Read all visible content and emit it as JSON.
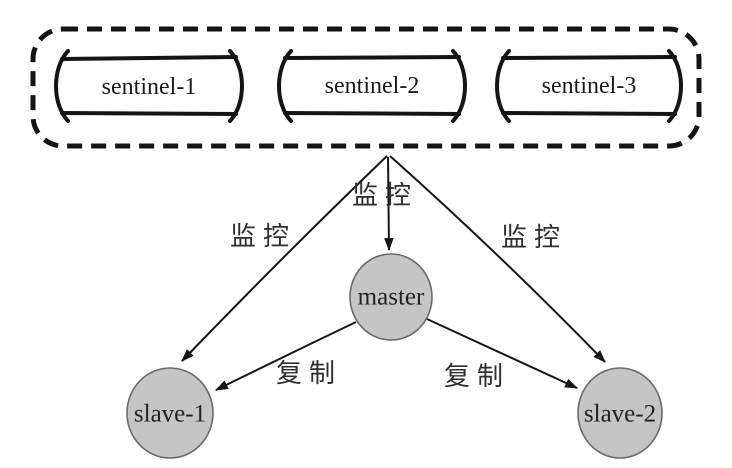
{
  "diagram": {
    "type": "architecture-diagram",
    "sentinel_cluster": {
      "nodes": [
        {
          "label": "sentinel-1"
        },
        {
          "label": "sentinel-2"
        },
        {
          "label": "sentinel-3"
        }
      ]
    },
    "nodes": {
      "master": {
        "label": "master"
      },
      "slave1": {
        "label": "slave-1"
      },
      "slave2": {
        "label": "slave-2"
      }
    },
    "edges": [
      {
        "from": "sentinel-cluster",
        "to": "slave-1",
        "label": "监控"
      },
      {
        "from": "sentinel-cluster",
        "to": "master",
        "label": "监控"
      },
      {
        "from": "sentinel-cluster",
        "to": "slave-2",
        "label": "监控"
      },
      {
        "from": "master",
        "to": "slave-1",
        "label": "复制"
      },
      {
        "from": "master",
        "to": "slave-2",
        "label": "复制"
      }
    ],
    "colors": {
      "node_fill": "#c5c5c5",
      "node_stroke": "#6a6a6a",
      "line": "#161616",
      "background": "#ffffff"
    }
  }
}
